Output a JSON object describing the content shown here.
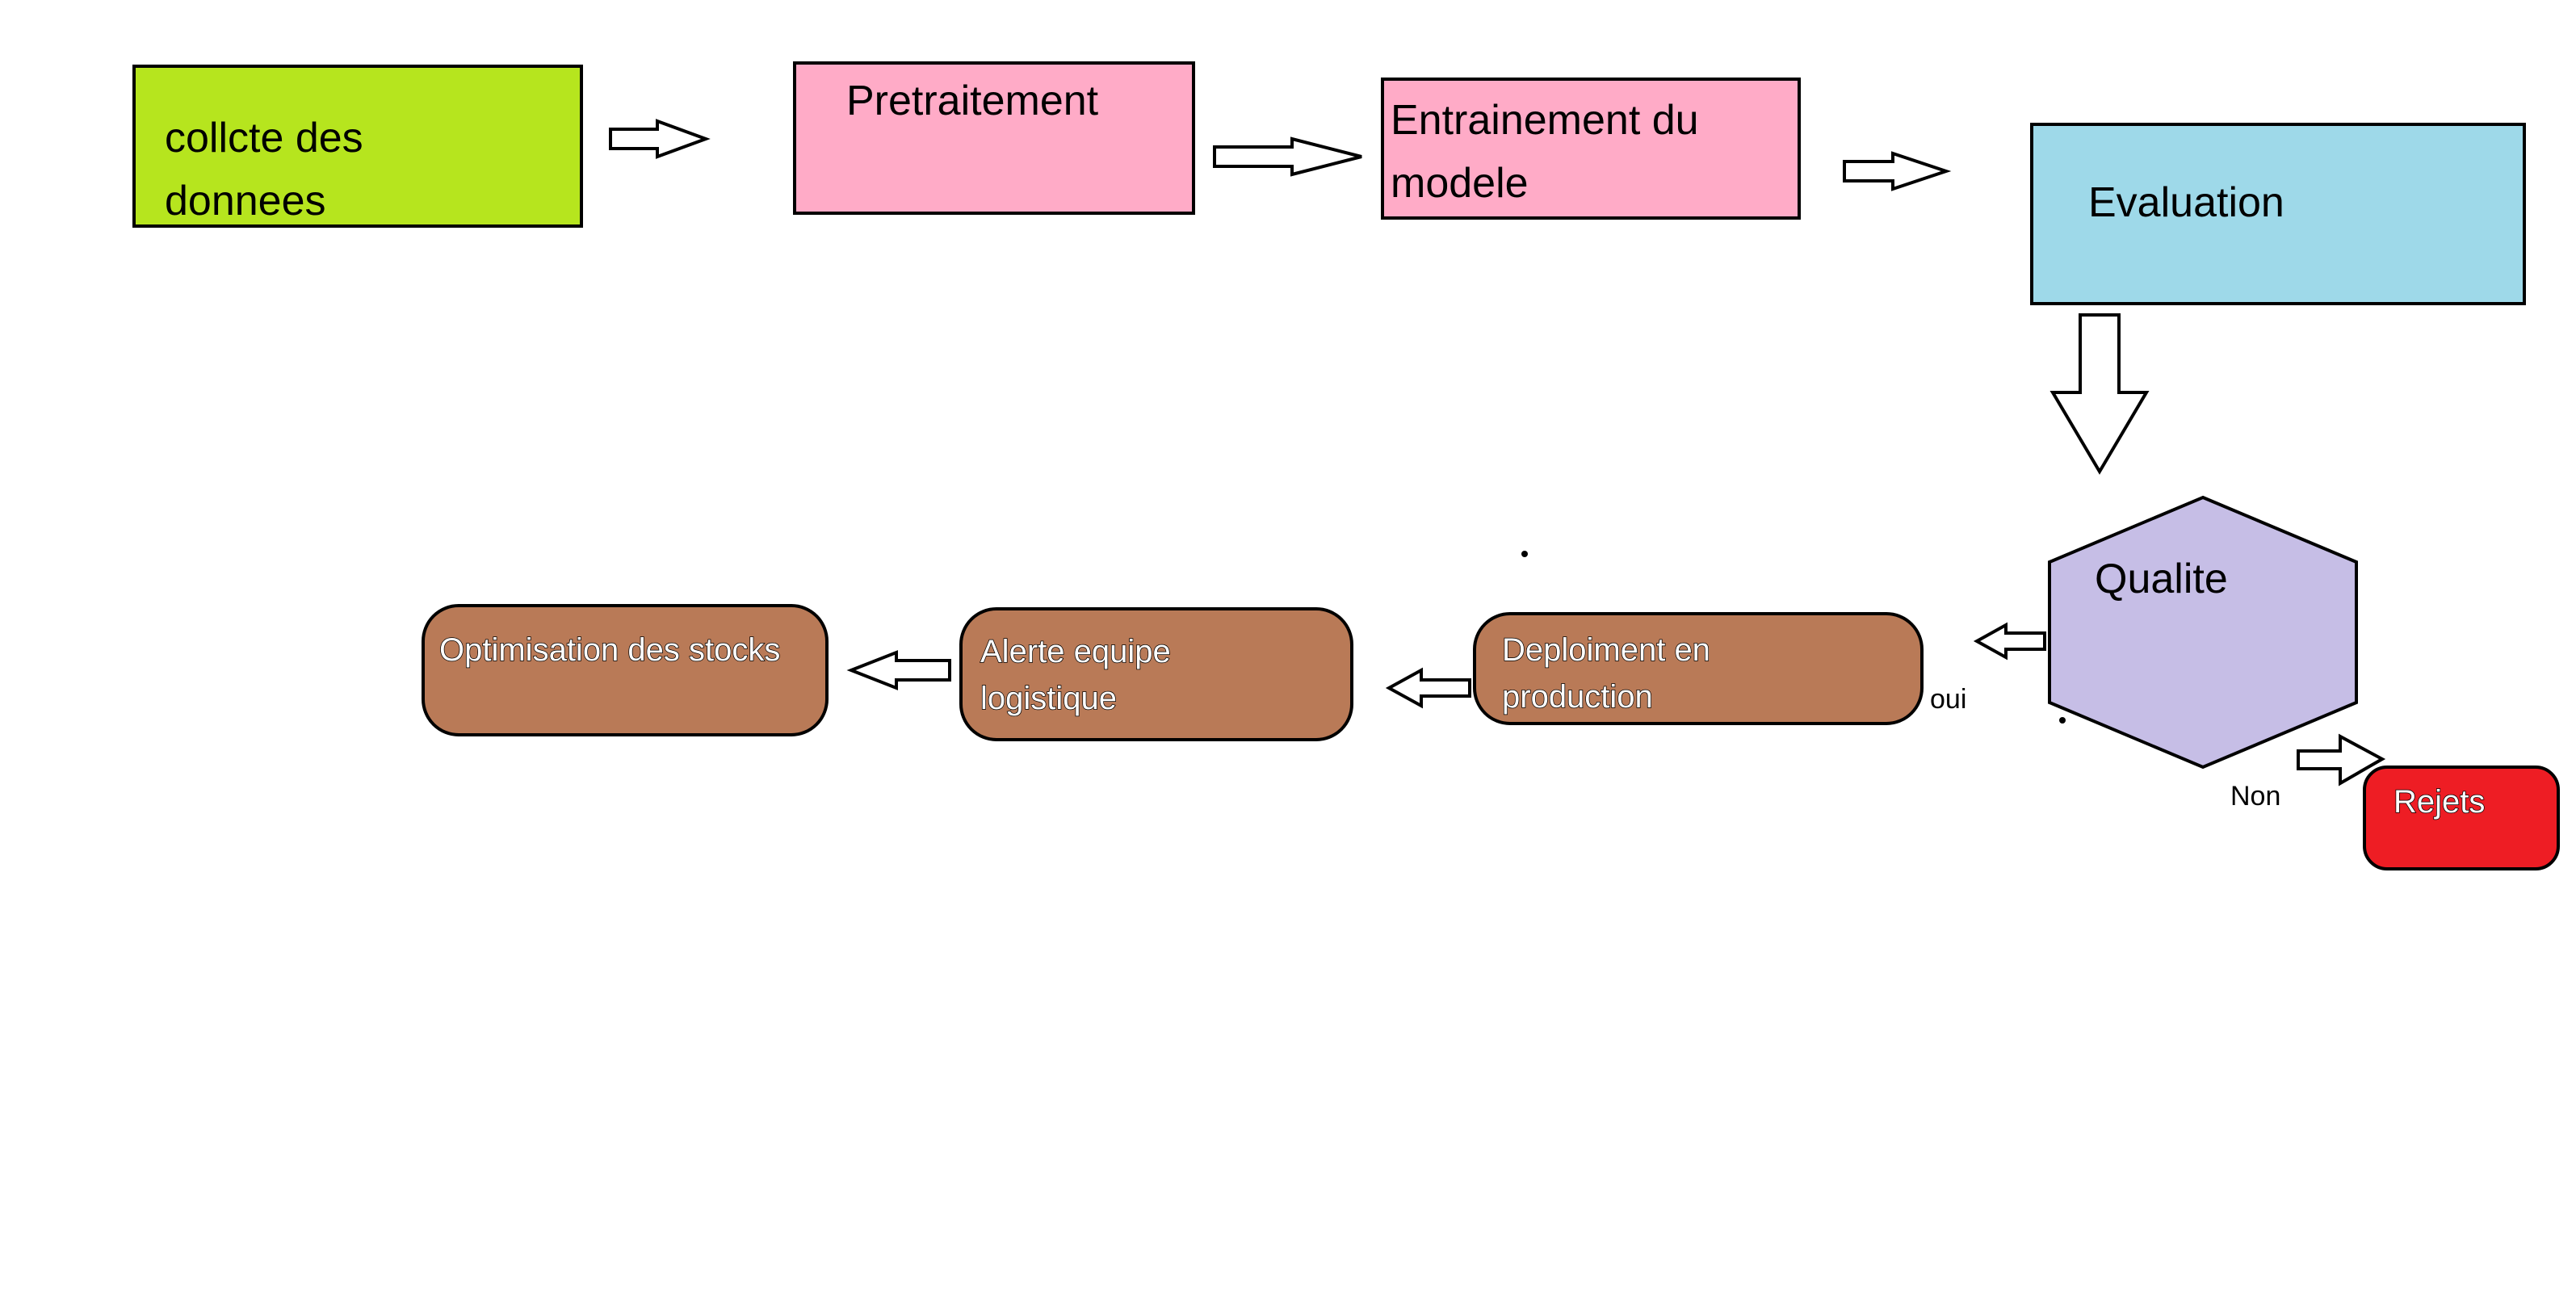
{
  "colors": {
    "collecte": "#b6e51e",
    "pink": "#ffabc7",
    "evaluation": "#9ed9e9",
    "qualite": "#c6bee6",
    "brown": "#b97a57",
    "rejets": "#ee1d24"
  },
  "nodes": {
    "collecte": {
      "line1": "collcte des",
      "line2": "donnees"
    },
    "pretraitement": {
      "label": "Pretraitement"
    },
    "entrainement": {
      "line1": "Entrainement du",
      "line2": "modele"
    },
    "evaluation": {
      "label": "Evaluation"
    },
    "qualite": {
      "label": "Qualite"
    },
    "deploiement": {
      "line1": "Deploiment en",
      "line2": "production"
    },
    "alerte": {
      "line1": "Alerte equipe",
      "line2": "logistique"
    },
    "optimisation": {
      "label": "Optimisation des stocks"
    },
    "rejets": {
      "label": "Rejets"
    }
  },
  "edge_labels": {
    "oui": "oui",
    "non": "Non"
  }
}
